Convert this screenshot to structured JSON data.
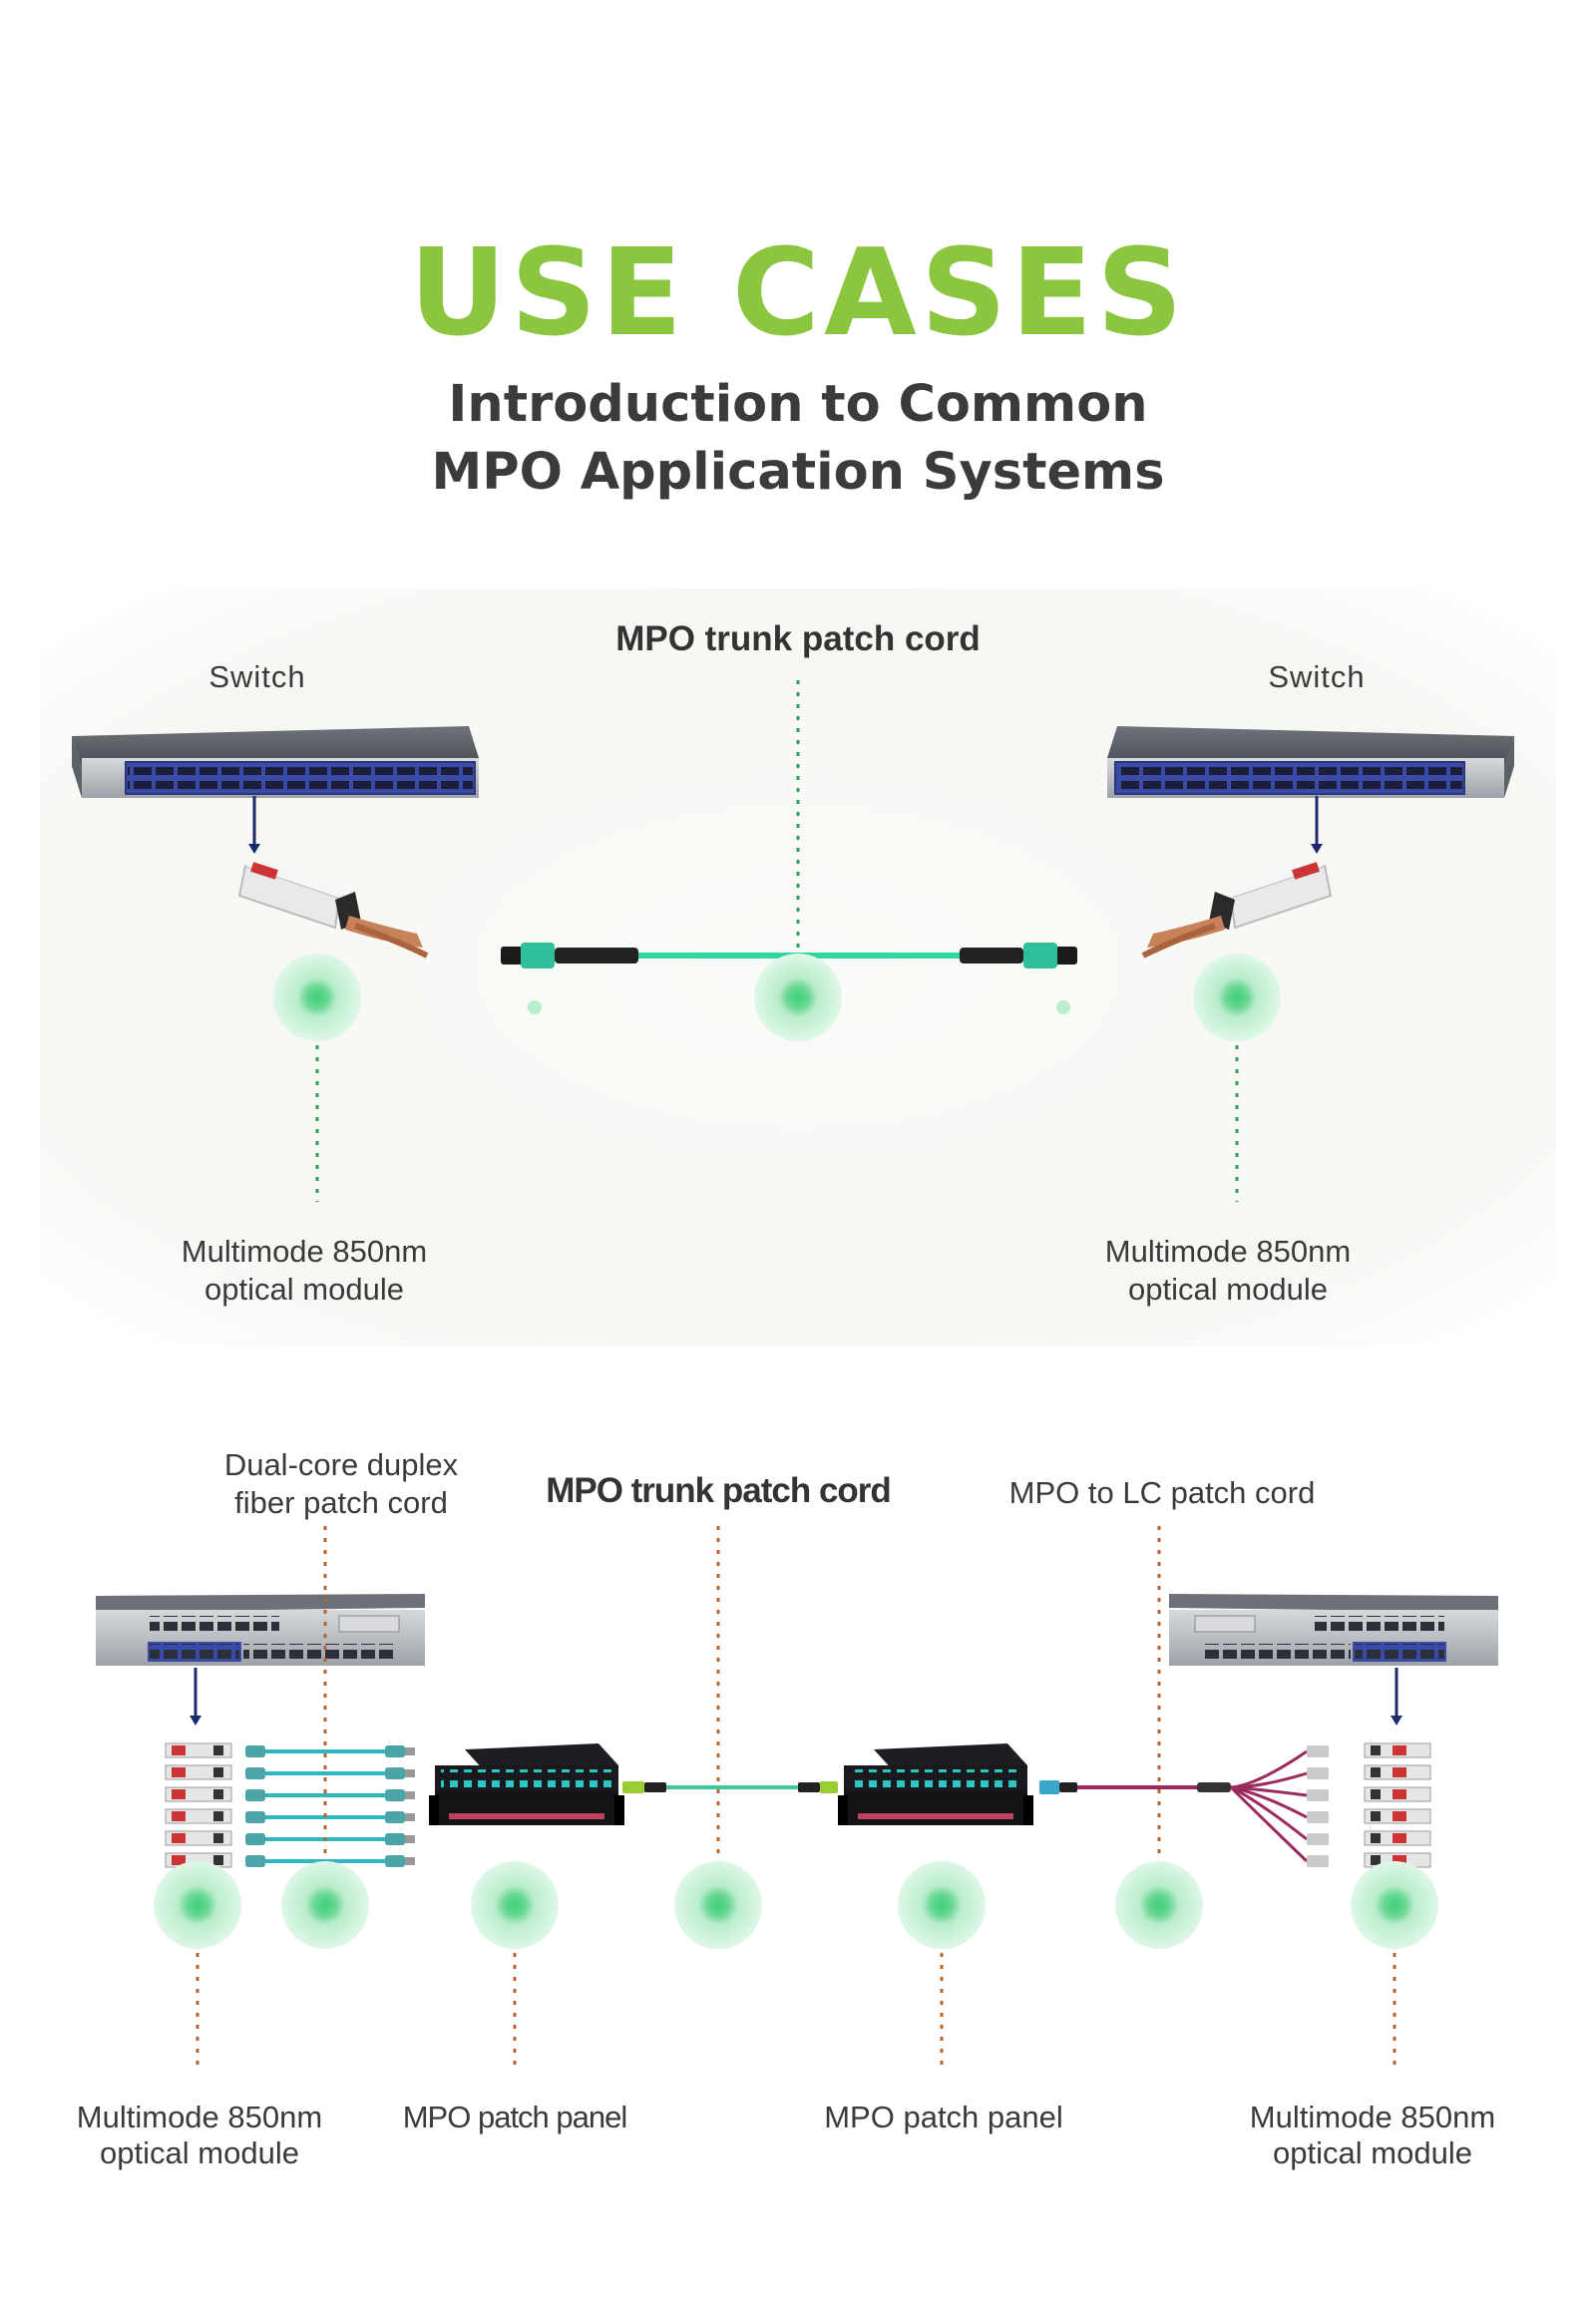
{
  "header": {
    "title": "USE CASES",
    "subtitle_line1": "Introduction to Common",
    "subtitle_line2": "MPO Application Systems"
  },
  "scenario1": {
    "trunk_label": "MPO trunk patch cord",
    "left_switch_label": "Switch",
    "right_switch_label": "Switch",
    "left_module_line1": "Multimode 850nm",
    "left_module_line2": "optical module",
    "right_module_line1": "Multimode 850nm",
    "right_module_line2": "optical module"
  },
  "scenario2": {
    "duplex_line1": "Dual-core duplex",
    "duplex_line2": "fiber patch cord",
    "trunk_label": "MPO trunk patch cord",
    "mpo_lc_label": "MPO to LC patch cord",
    "left_module_line1": "Multimode 850nm",
    "left_module_line2": "optical module",
    "left_panel_label": "MPO patch panel",
    "right_panel_label": "MPO patch panel",
    "right_module_line1": "Multimode 850nm",
    "right_module_line2": "optical module"
  },
  "colors": {
    "title_green": "#8cc63f",
    "fiber_aqua": "#2fd6a0",
    "fiber_magenta": "#9b2a5e",
    "marker_green": "#7ee0a0",
    "leader_green": "#2e9e5a",
    "leader_orange": "#b5642b",
    "cable_navy": "#1e2a6b"
  }
}
